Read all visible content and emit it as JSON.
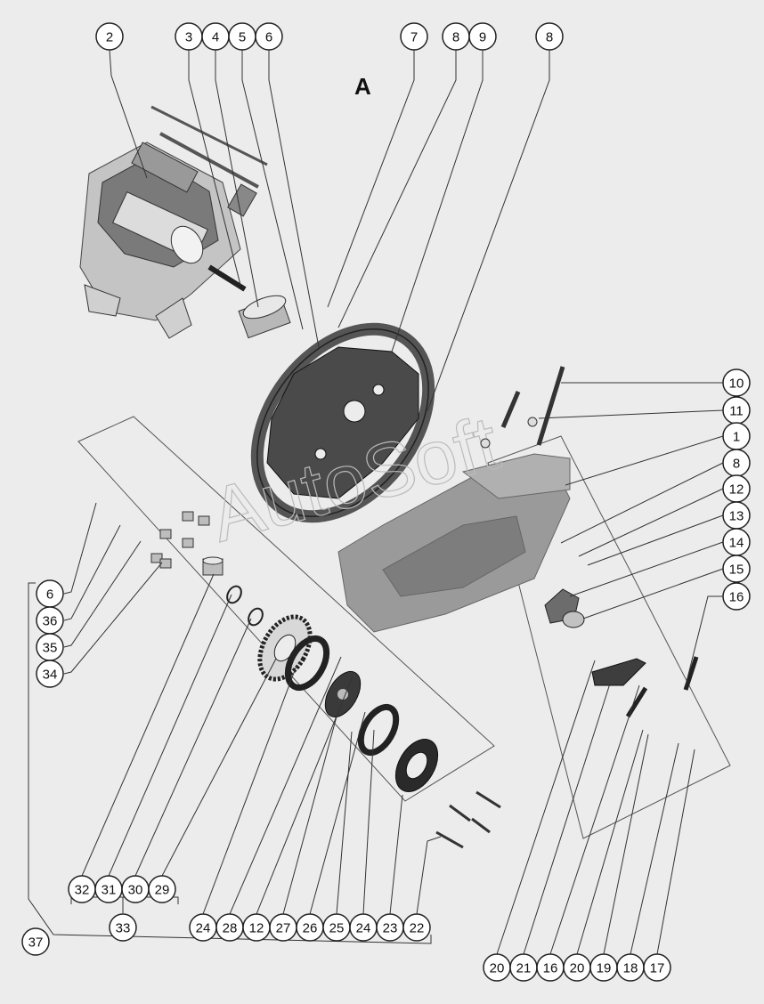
{
  "view_label": "A",
  "watermark": "AutoSoft",
  "colors": {
    "background": "#ececec",
    "line": "#222222",
    "callout_fill": "#ffffff",
    "part_light": "#bdbdbd",
    "part_mid": "#8d8d8d",
    "part_dark": "#3a3a3a",
    "housing": "#9c9c9c"
  },
  "callouts": {
    "top": [
      "2",
      "3",
      "4",
      "5",
      "6",
      "7",
      "8",
      "9",
      "8"
    ],
    "right": [
      "10",
      "11",
      "1",
      "8",
      "12",
      "13",
      "14",
      "15",
      "16"
    ],
    "left": [
      "6",
      "36",
      "35",
      "34",
      "37"
    ],
    "bottom_left": [
      "32",
      "31",
      "30",
      "29",
      "33",
      "24",
      "28",
      "12",
      "27",
      "26",
      "25",
      "24",
      "23",
      "22"
    ],
    "bottom_right": [
      "20",
      "21",
      "16",
      "20",
      "19",
      "18",
      "17"
    ]
  }
}
